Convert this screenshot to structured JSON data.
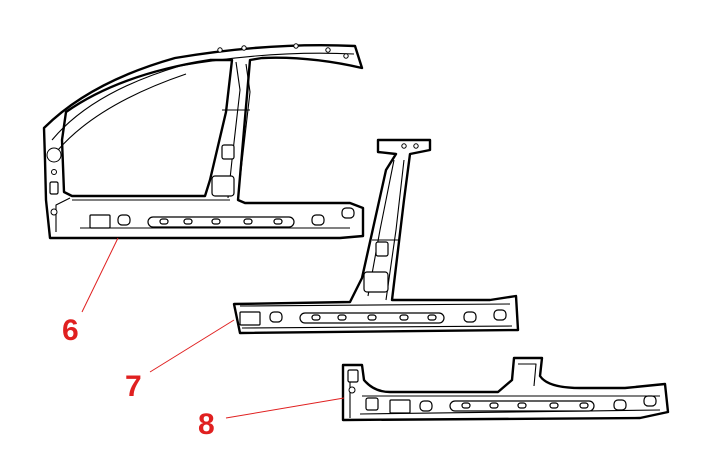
{
  "callouts": [
    {
      "id": "6",
      "label": "6"
    },
    {
      "id": "7",
      "label": "7"
    },
    {
      "id": "8",
      "label": "8"
    }
  ],
  "colors": {
    "callout": "#e02020",
    "outline": "#000000",
    "background": "#ffffff"
  }
}
